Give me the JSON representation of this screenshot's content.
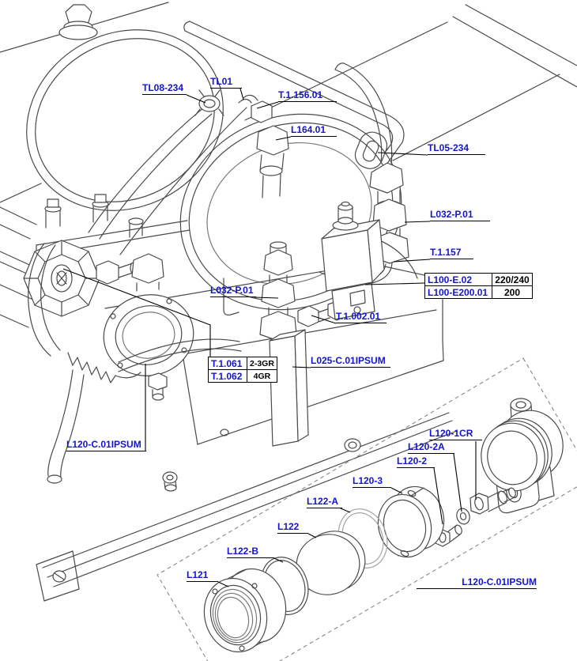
{
  "diagram": {
    "type": "exploded-parts-technical-drawing",
    "colors": {
      "label_blue": "#1414cc",
      "linework_gray": "#4a4a4a",
      "leader_black": "#000000",
      "background": "#ffffff",
      "dashed_boundary": "#888888"
    },
    "labels": {
      "tl08": "TL08-234",
      "tl01": "TL01",
      "t1156": "T.1.156.01",
      "l164": "L164.01",
      "tl05": "TL05-234",
      "l032_right": "L032-P.01",
      "t1157": "T.1.157",
      "l032_left": "L032-P.01",
      "t1002": "T.1.002.01",
      "l025": "L025-C.01IPSUM",
      "l120c_left": "L120-C.01IPSUM",
      "l120_1cr": "L120-1CR",
      "l120_2a": "L120-2A",
      "l120_2": "L120-2",
      "l120_3": "L120-3",
      "l122a": "L122-A",
      "l122": "L122",
      "l122b": "L122-B",
      "l121": "L121",
      "l120c_bottom": "L120-C.01IPSUM"
    },
    "tables": {
      "power": {
        "rows": [
          {
            "part": "L100-E.02",
            "value": "220/240"
          },
          {
            "part": "L100-E200.01",
            "value": "200"
          }
        ]
      },
      "groups": {
        "rows": [
          {
            "part": "T.1.061",
            "value": "2-3GR"
          },
          {
            "part": "T.1.062",
            "value": "4GR"
          }
        ]
      }
    }
  }
}
